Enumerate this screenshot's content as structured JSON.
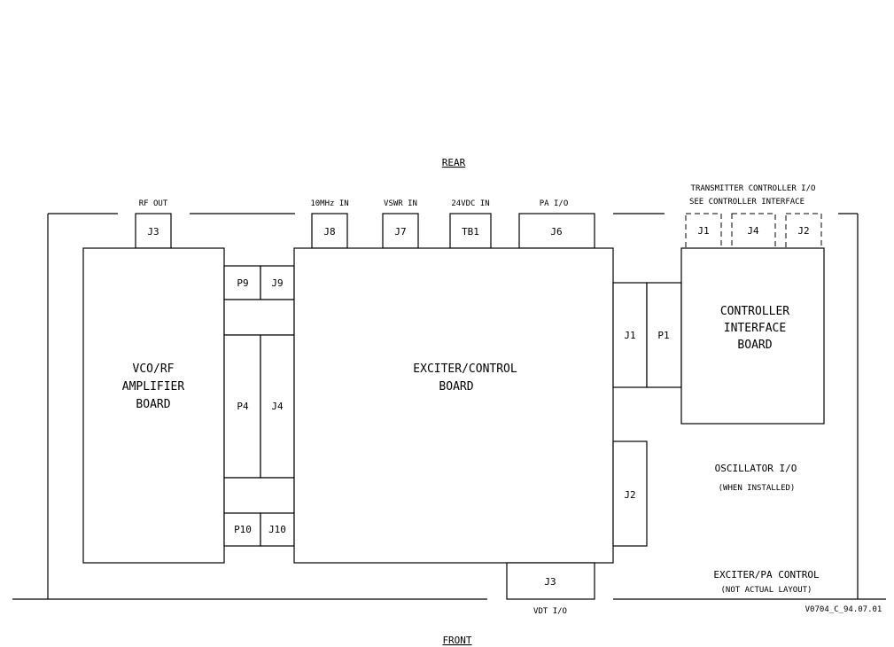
{
  "labels": {
    "rear": "REAR",
    "front": "FRONT",
    "rf_out": "RF OUT",
    "ref_10mhz": "10MHz IN",
    "vswr_in": "VSWR IN",
    "vdc_in": "24VDC IN",
    "pa_io": "PA I/O",
    "tx_ctrl_line1": "TRANSMITTER CONTROLLER I/O",
    "tx_ctrl_line2": "SEE CONTROLLER INTERFACE",
    "vdt_io": "VDT I/O",
    "osc_line1": "OSCILLATOR I/O",
    "osc_line2": "(WHEN INSTALLED)",
    "title_line1": "EXCITER/PA CONTROL",
    "title_line2": "(NOT ACTUAL LAYOUT)",
    "drawing_id": "V0704_C_94.07.01"
  },
  "boards": {
    "vco_line1": "VCO/RF",
    "vco_line2": "AMPLIFIER",
    "vco_line3": "BOARD",
    "exciter_line1": "EXCITER/CONTROL",
    "exciter_line2": "BOARD",
    "ctrl_line1": "CONTROLLER",
    "ctrl_line2": "INTERFACE",
    "ctrl_line3": "BOARD"
  },
  "connectors": {
    "j3_rf": "J3",
    "j8": "J8",
    "j7": "J7",
    "tb1": "TB1",
    "j6": "J6",
    "ci_j1": "J1",
    "ci_j4": "J4",
    "ci_j2": "J2",
    "p9": "P9",
    "j9": "J9",
    "p4": "P4",
    "j4": "J4",
    "p10": "P10",
    "j10": "J10",
    "ex_j1": "J1",
    "ci_p1": "P1",
    "ex_j2": "J2",
    "vdt_j3": "J3"
  }
}
